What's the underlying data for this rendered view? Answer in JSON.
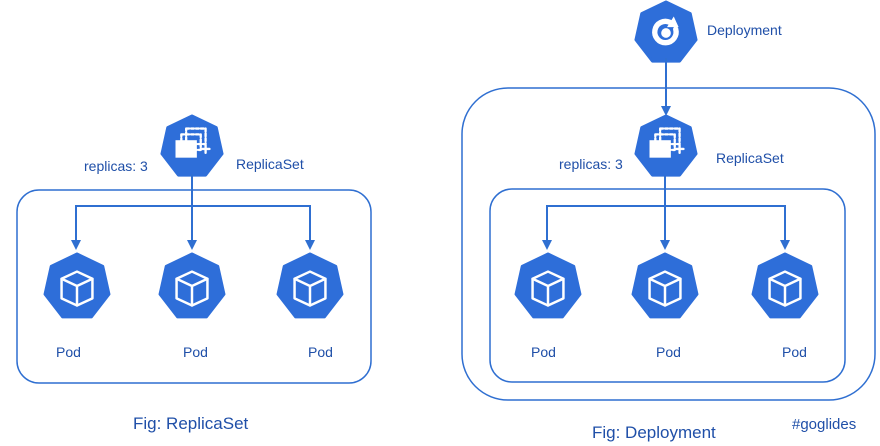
{
  "left_figure": {
    "replicas_label": "replicas: 3",
    "replicaset_label": "ReplicaSet",
    "pod_labels": [
      "Pod",
      "Pod",
      "Pod"
    ],
    "caption": "Fig: ReplicaSet"
  },
  "right_figure": {
    "deployment_label": "Deployment",
    "replicas_label": "replicas: 3",
    "replicaset_label": "ReplicaSet",
    "pod_labels": [
      "Pod",
      "Pod",
      "Pod"
    ],
    "caption": "Fig: Deployment"
  },
  "watermark": "#goglides",
  "icons": {
    "deployment": "deployment-icon",
    "replicaset": "replicaset-icon",
    "pod": "pod-icon"
  },
  "colors": {
    "icon_fill": "#2e6ed9",
    "line": "#2f6fd1",
    "text": "#1f4fa8"
  }
}
